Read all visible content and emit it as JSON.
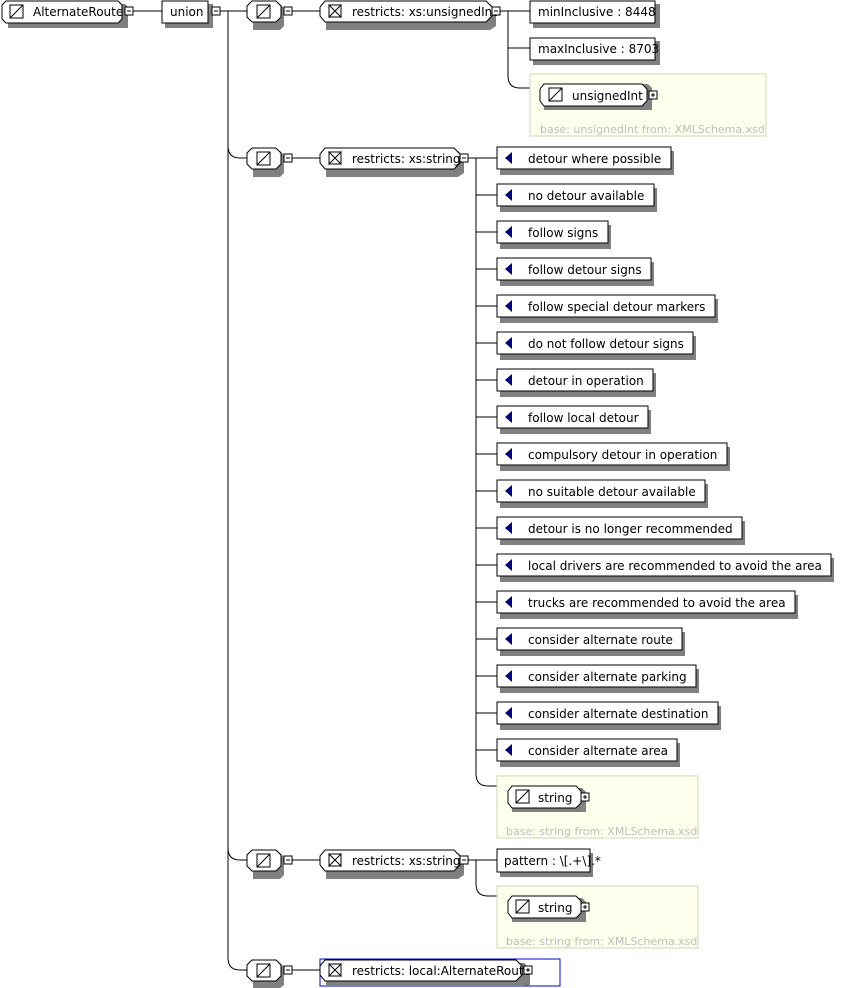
{
  "root": {
    "name": "AlternateRoute",
    "union_label": "union"
  },
  "branch_uint": {
    "restrict_label": "restricts: xs:unsignedInt",
    "facets": [
      "minInclusive : 8448",
      "maxInclusive : 8703"
    ],
    "base_type": "unsignedInt",
    "base_note": "base: unsignedInt from: XMLSchema.xsd"
  },
  "branch_enum": {
    "restrict_label": "restricts: xs:string",
    "enumerations": [
      "detour where possible",
      "no detour available",
      "follow signs",
      "follow detour signs",
      "follow special detour markers",
      "do not follow detour signs",
      "detour in operation",
      "follow local detour",
      "compulsory detour in operation",
      "no suitable detour available",
      "detour is no longer recommended",
      "local drivers are recommended to avoid the area",
      "trucks are recommended to avoid the area",
      "consider alternate route",
      "consider alternate parking",
      "consider alternate destination",
      "consider alternate area"
    ],
    "base_type": "string",
    "base_note": "base: string from: XMLSchema.xsd"
  },
  "branch_pattern": {
    "restrict_label": "restricts: xs:string",
    "facet": "pattern : \\[.+\\].*",
    "base_type": "string",
    "base_note": "base: string from: XMLSchema.xsd"
  },
  "branch_local": {
    "restrict_label": "restricts: local:AlternateRoute"
  },
  "colors": {
    "enum_marker": "#000080",
    "selection": "#0000cc",
    "note_bg": "#ffffee",
    "note_text": "#bdbdbd"
  }
}
